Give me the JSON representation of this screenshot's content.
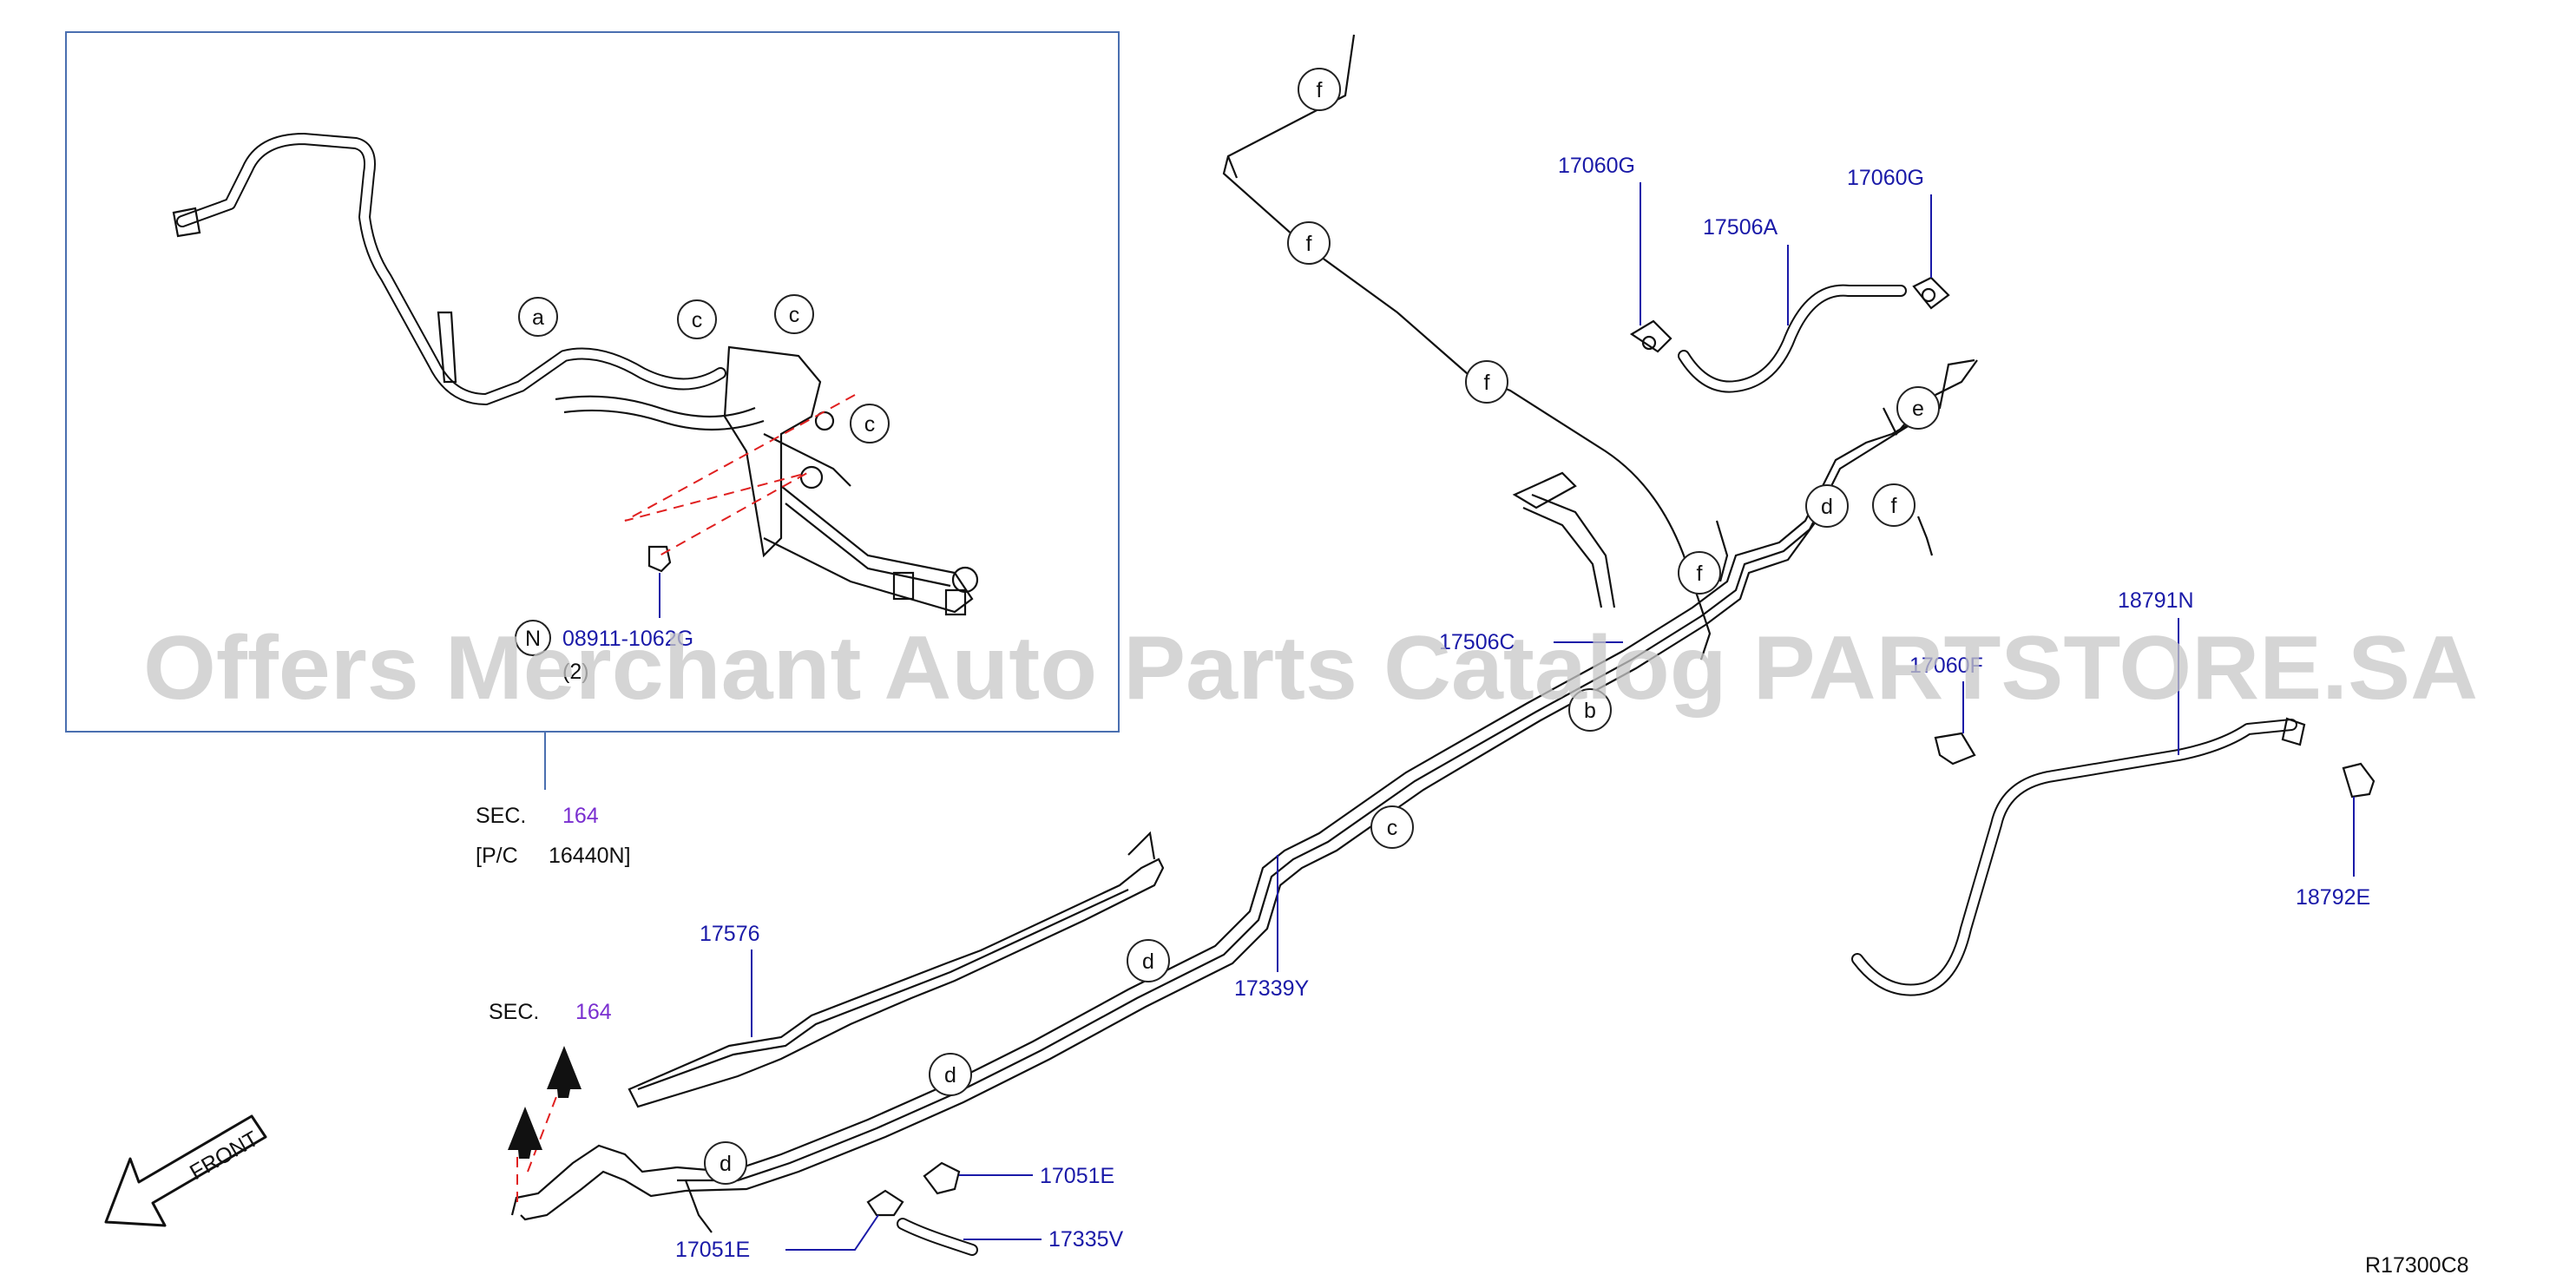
{
  "callout_letters": {
    "a": "a",
    "b": "b",
    "c": "c",
    "d": "d",
    "e": "e",
    "f": "f",
    "n": "N"
  },
  "sec_top": {
    "prefix": "SEC.",
    "number": "164",
    "pc": "[P/C",
    "pc_number": "16440N]"
  },
  "sec_left": {
    "prefix": "SEC.",
    "number": "164"
  },
  "front_label": "FRONT",
  "parts": {
    "p08911": "08911-1062G",
    "p08911_qty": "(2)",
    "p17060g_a": "17060G",
    "p17060g_b": "17060G",
    "p17506a": "17506A",
    "p17506c": "17506C",
    "p17060f": "17060F",
    "p18791n": "18791N",
    "p18792e": "18792E",
    "p17339y": "17339Y",
    "p17576": "17576",
    "p17051e_a": "17051E",
    "p17051e_b": "17051E",
    "p17335v": "17335V"
  },
  "diagram_code": "R17300C8",
  "watermark": "Offers Merchant Auto Parts Catalog PARTSTORE.SA",
  "colors": {
    "part_number": "#1a1aa8",
    "section_number": "#7a2fd0",
    "dashed_line": "#e02020",
    "inset_border": "#4a6fb0"
  }
}
